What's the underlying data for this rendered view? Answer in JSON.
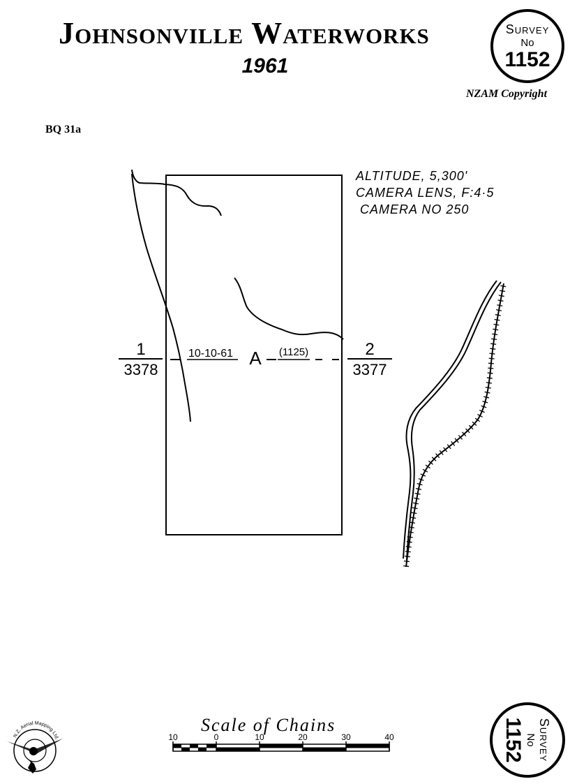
{
  "header": {
    "title": "Johnsonville Waterworks",
    "year": "1961",
    "copyright": "NZAM Copyright",
    "sheet_ref": "BQ 31a"
  },
  "survey_badge_top": {
    "label": "Survey",
    "no": "No",
    "number": "1152"
  },
  "survey_badge_bottom": {
    "label": "Survey",
    "no": "No",
    "number": "1152"
  },
  "flight_info": {
    "altitude": "Altitude, 5,300'",
    "lens": "Camera Lens, F:4·5",
    "camera": "Camera No 250"
  },
  "flight_line": {
    "left_top": "1",
    "left_bottom": "3378",
    "date": "10-10-61",
    "run": "A",
    "run_no": "(1125)",
    "right_top": "2",
    "right_bottom": "3377"
  },
  "scale": {
    "title": "Scale of Chains",
    "ticks": [
      "10",
      "0",
      "10",
      "20",
      "30",
      "40"
    ]
  },
  "logo": {
    "text": "N.Z. Aerial Mapping Ltd."
  },
  "colors": {
    "ink": "#000000",
    "paper": "#ffffff"
  }
}
